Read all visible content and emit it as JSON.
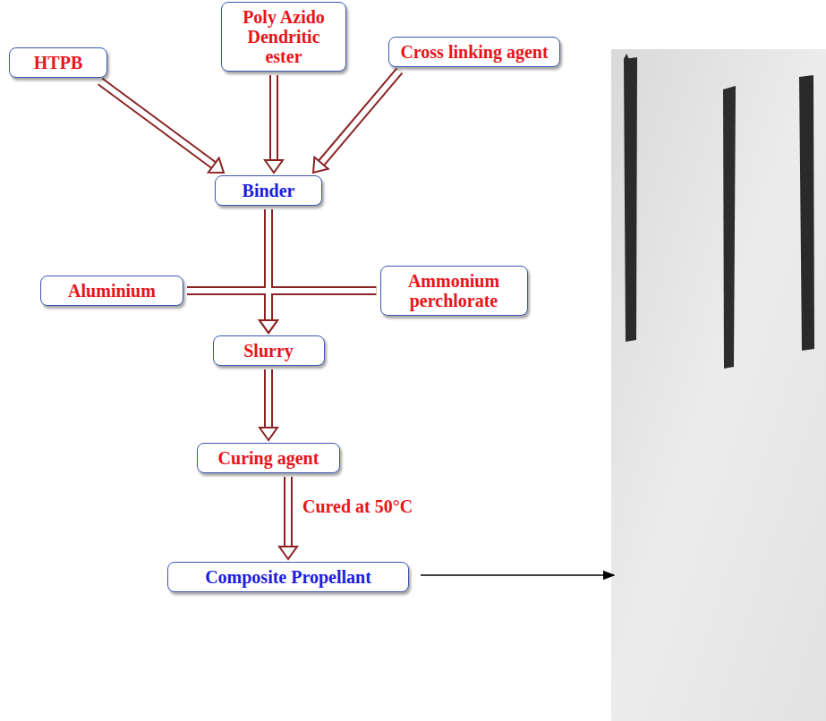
{
  "diagram": {
    "nodes": [
      {
        "text": [
          "HTPB"
        ]
      },
      {
        "text": [
          "Poly Azido Dendritic ester"
        ]
      },
      {
        "text": [
          "Cross linking agent"
        ]
      },
      {
        "text": [
          "Binder"
        ]
      },
      {
        "text": [
          "Aluminium"
        ]
      },
      {
        "text": [
          "Ammonium perchlorate"
        ]
      },
      {
        "text": [
          "Slurry"
        ]
      },
      {
        "text": [
          "Curing agent"
        ]
      },
      {
        "text": [
          "Composite Propellant"
        ]
      }
    ],
    "edges": [
      {
        "from": 0,
        "to": 3,
        "arrow": "to"
      },
      {
        "from": 1,
        "to": 3,
        "arrow": "to"
      },
      {
        "from": 2,
        "to": 3,
        "arrow": "to"
      },
      {
        "from": 3,
        "to": 6,
        "arrow": "to"
      },
      {
        "from": 4,
        "to": 6,
        "arrow": "to"
      },
      {
        "from": 5,
        "to": 6,
        "arrow": "to"
      },
      {
        "from": 6,
        "to": 7,
        "arrow": "to"
      },
      {
        "from": 7,
        "to": 8,
        "label": "Cured at 50°C",
        "arrow": "to"
      }
    ]
  }
}
